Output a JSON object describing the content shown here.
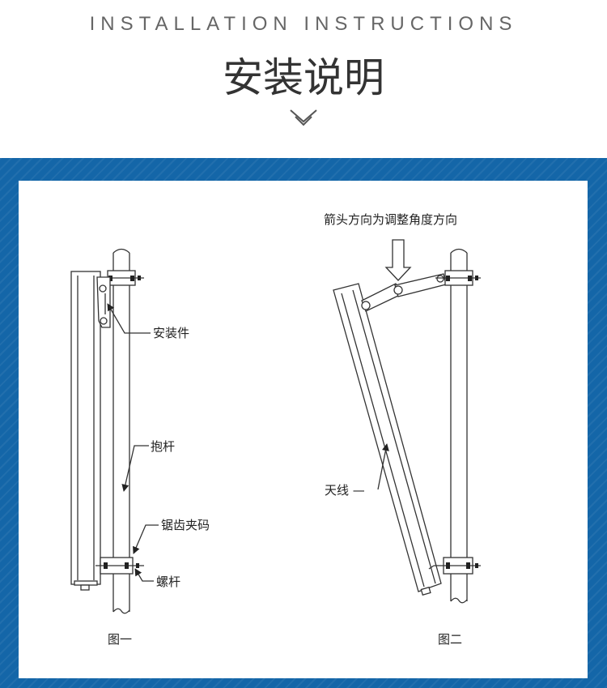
{
  "header": {
    "subtitle": "INSTALLATION INSTRUCTIONS",
    "title": "安装说明",
    "chevron_icon": "double-chevron-down-icon"
  },
  "colors": {
    "frame": "#1466a8",
    "panel": "#ffffff",
    "title_text": "#333333",
    "subtitle_text": "#666666"
  },
  "figure1": {
    "caption": "图一",
    "labels": {
      "bracket": "安装件",
      "pole": "抱杆",
      "clamp": "锯齿夹码",
      "bolt": "螺杆"
    }
  },
  "figure2": {
    "caption": "图二",
    "direction_note": "箭头方向为调整角度方向",
    "labels": {
      "antenna": "天线 —"
    }
  }
}
